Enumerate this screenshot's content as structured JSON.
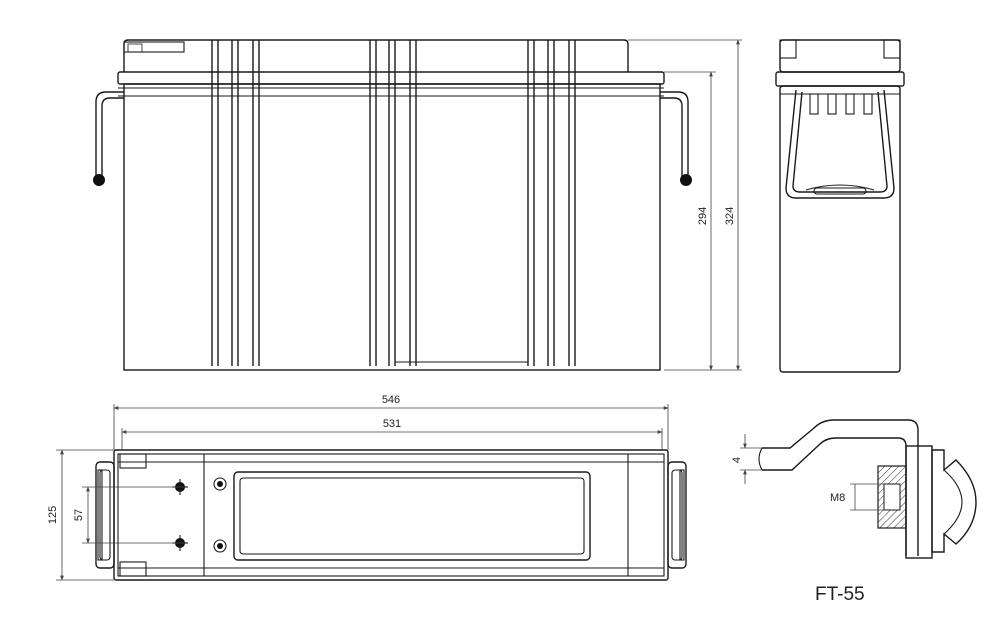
{
  "dimensions": {
    "overall_length": "546",
    "case_length": "531",
    "total_height": "324",
    "case_height": "294",
    "width": "125",
    "terminal_spacing": "57",
    "terminal_thickness": "4",
    "bolt_thread": "M8"
  },
  "terminal_label": "FT-55"
}
